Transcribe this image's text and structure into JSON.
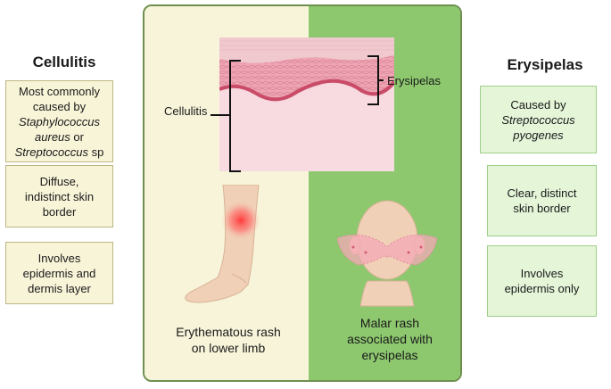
{
  "cellulitis": {
    "title": "Cellulitis",
    "box1": {
      "line1": "Most commonly",
      "line2": "caused by",
      "line3": "Staphylococcus",
      "line4a": "aureus",
      "line4b": " or",
      "line5a": "Streptococcus",
      "line5b": " sp"
    },
    "box2": {
      "line1": "Diffuse,",
      "line2": "indistinct skin",
      "line3": "border"
    },
    "box3": {
      "line1": "Involves",
      "line2": "epidermis and",
      "line3": "dermis layer"
    }
  },
  "erysipelas": {
    "title": "Erysipelas",
    "box1": {
      "line1": "Caused by",
      "line2": "Streptococcus",
      "line3": "pyogenes"
    },
    "box2": {
      "line1": "Clear, distinct",
      "line2": "skin border"
    },
    "box3": {
      "line1": "Involves",
      "line2": "epidermis only"
    }
  },
  "diagram": {
    "label_cellulitis": "Cellulitis",
    "label_erysipelas": "Erysipelas",
    "caption_left": {
      "line1": "Erythematous rash",
      "line2": "on lower limb"
    },
    "caption_right": {
      "line1": "Malar rash",
      "line2": "associated with",
      "line3": "erysipelas"
    }
  },
  "colors": {
    "cellulitis_panel": "#f7f4d9",
    "erysipelas_panel": "#8dc86f",
    "skin_pink": "#f2b7c3",
    "rash_red": "#ff3b3b"
  }
}
